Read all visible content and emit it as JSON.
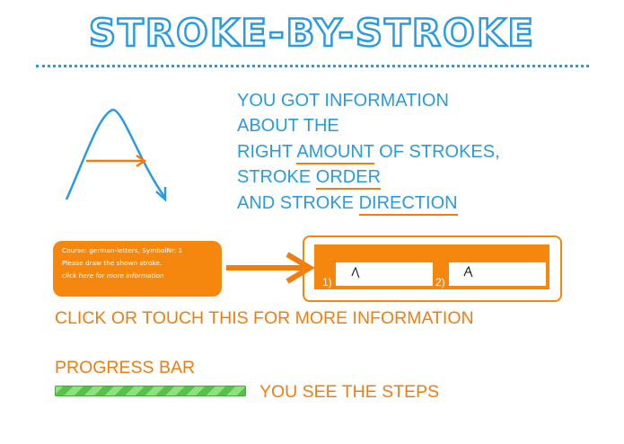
{
  "header": {
    "title": "STROKE-BY-STROKE"
  },
  "info": {
    "line1": "YOU GOT INFORMATION",
    "line2": "ABOUT THE",
    "line3_prefix": "RIGHT ",
    "line3_underlined": "AMOUNT",
    "line3_suffix": " OF STROKES,",
    "line4_prefix": "STROKE ",
    "line4_underlined": "ORDER",
    "line5_prefix": "AND STROKE ",
    "line5_underlined": "DIRECTION"
  },
  "course_box": {
    "course_line": "Course: german-letters, SymbolNr: 1",
    "instruction": "Please draw the shown stroke.",
    "link_text": "click here for more information"
  },
  "stroke_panel": {
    "slot1_number": "1)",
    "slot2_number": "2)"
  },
  "click_text": "CLICK OR TOUCH THIS FOR MORE INFORMATION",
  "progress": {
    "label": "PROGRESS BAR",
    "value": 1.0,
    "caption": "YOU SEE THE STEPS"
  },
  "colors": {
    "blue": "#2a9be0",
    "orange": "#f5870f",
    "green": "#55c24a"
  }
}
